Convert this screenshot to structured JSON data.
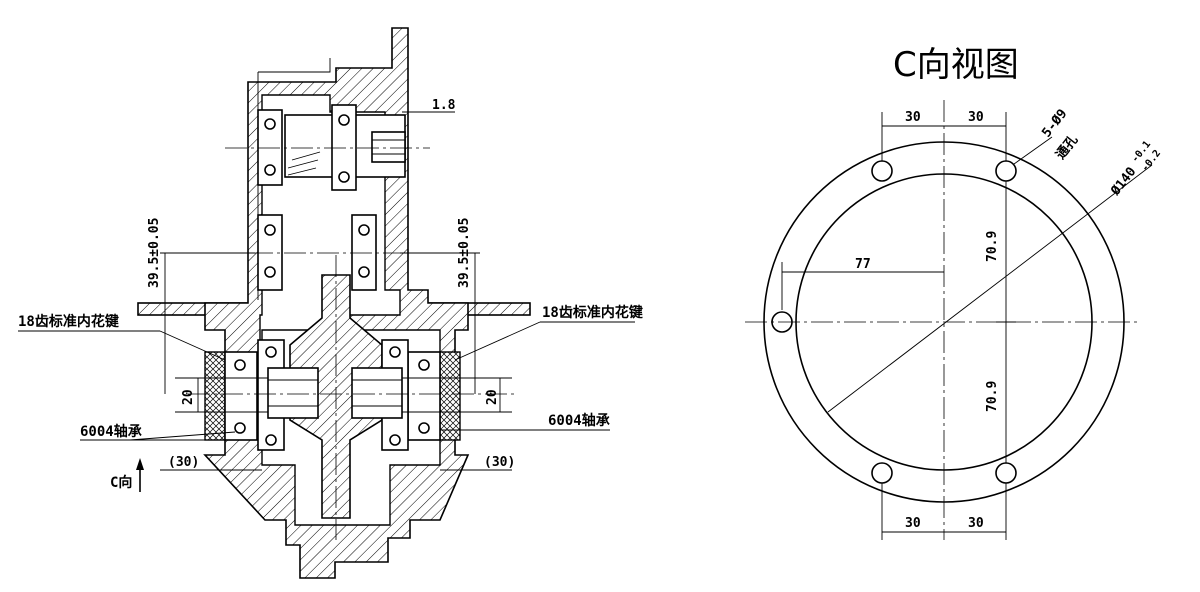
{
  "section_view": {
    "label_spline_left": "18齿标准内花键",
    "label_spline_right": "18齿标准内花键",
    "label_bearing_left": "6004轴承",
    "label_bearing_right": "6004轴承",
    "label_view_arrow": "C向",
    "dim_gap": "1.8",
    "dim_center_left": "39.5±0.05",
    "dim_center_right": "39.5±0.05",
    "dim_bore_left": "20",
    "dim_bore_right": "20",
    "dim_ref_left": "(30)",
    "dim_ref_right": "(30)"
  },
  "c_view": {
    "title": "C向视图",
    "dim_top_left": "30",
    "dim_top_right": "30",
    "dim_bottom_left": "30",
    "dim_bottom_right": "30",
    "dim_radius": "77",
    "dim_upper": "70.9",
    "dim_lower": "70.9",
    "hole_count": "5-Ø9",
    "hole_type": "通孔",
    "diameter_base": "Ø140",
    "tol_upper": "-0.1",
    "tol_lower": "-0.2"
  }
}
